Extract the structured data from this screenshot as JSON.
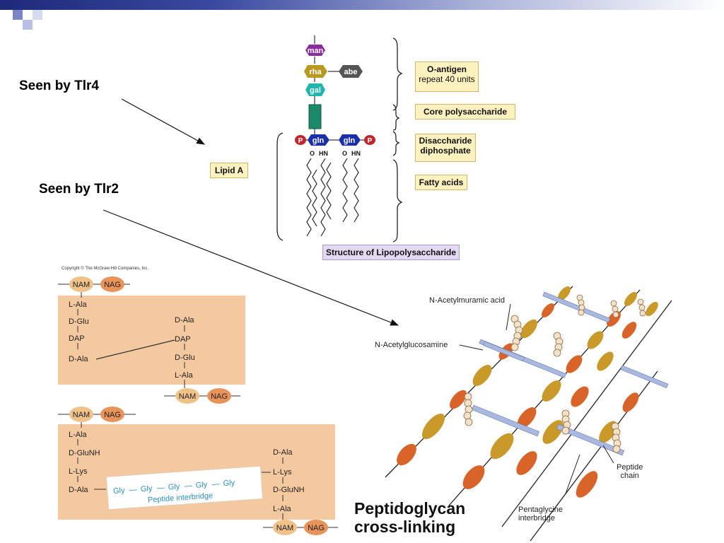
{
  "annotations": {
    "tlr4": "Seen by Tlr4",
    "tlr2": "Seen by Tlr2"
  },
  "lps": {
    "sugars": {
      "man": "man",
      "rha": "rha",
      "abe": "abe",
      "gal": "gal",
      "gln1": "gln",
      "gln2": "gln"
    },
    "phosphate": "P",
    "atoms": {
      "o1": "O",
      "hn1": "HN",
      "o2": "O",
      "hn2": "HN"
    },
    "oantigen_title": "O-antigen",
    "oantigen_sub": "repeat 40 units",
    "core": "Core polysaccharide",
    "disaccharide_line1": "Disaccharide",
    "disaccharide_line2": "diphosphate",
    "fatty_acids": "Fatty acids",
    "lipid_a": "Lipid A",
    "title": "Structure of Lipopolysaccharide"
  },
  "chem": {
    "copyright": "Copyright © The McGraw-Hill Companies, Inc.",
    "nam": "NAM",
    "nag": "NAG",
    "l_ala": "L-Ala",
    "d_glu": "D-Glu",
    "dap": "DAP",
    "d_ala": "D-Ala",
    "d_glunh2": "D-GluNH",
    "l_lys": "L-Lys",
    "gly": "Gly",
    "interbridge": "Peptide interbridge"
  },
  "peptidoglycan": {
    "nam_label": "N-Acetylmuramic acid",
    "nag_label": "N-Acetylglucosamine",
    "peptide_chain": "Peptide\nchain",
    "pentaglycine": "Pentaglycine\ninterbridge",
    "title_line1": "Peptidoglycan",
    "title_line2": "cross-linking"
  },
  "colors": {
    "man": "#8a2ba0",
    "rha": "#b89a20",
    "abe": "#555555",
    "gal": "#1fb6b0",
    "gln": "#1a2fa8",
    "phosphate": "#c0262b",
    "core": "#1a8a6a",
    "peach": "#f4c8a0",
    "nag_orange": "#d9642a",
    "nam_gold": "#c99a2a",
    "bridge": "#a8b8e0"
  }
}
